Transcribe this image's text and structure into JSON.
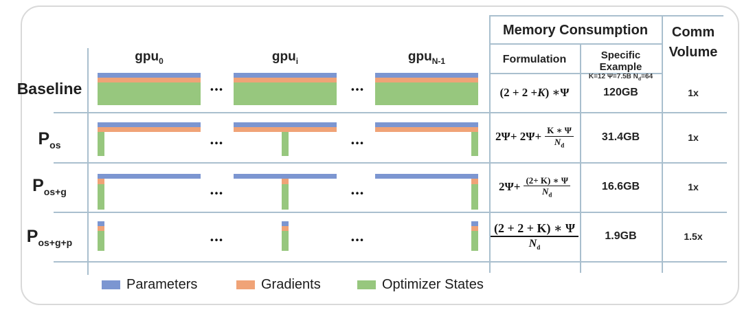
{
  "diagram": {
    "gpu_headers": [
      {
        "base": "gpu",
        "sub": "0"
      },
      {
        "base": "gpu",
        "sub": "i"
      },
      {
        "base": "gpu",
        "sub": "N-1"
      }
    ],
    "row_labels": [
      {
        "base": "Baseline",
        "sub": ""
      },
      {
        "base": "P",
        "sub": "os"
      },
      {
        "base": "P",
        "sub": "os+g"
      },
      {
        "base": "P",
        "sub": "os+g+p"
      }
    ],
    "dots": "•••"
  },
  "table": {
    "memory_header": "Memory Consumption",
    "comm_header": "Comm Volume",
    "formulation_header": "Formulation",
    "example_header": "Specific Example",
    "example_subtitle": {
      "t1": "K=12 Ψ=7.5B N",
      "sub": "d",
      "t2": "=64"
    },
    "rows": [
      {
        "formula": {
          "pre": "(2 + 2 + ",
          "k": "K",
          "mid": ") ∗ ",
          "psi": "Ψ"
        },
        "example": "120GB",
        "comm": "1x"
      },
      {
        "formula": {
          "a": "2",
          "psi1": "Ψ",
          "b": " + 2",
          "psi2": "Ψ",
          "c": " +",
          "num": "K ∗ ",
          "numpsi": "Ψ",
          "den": "N",
          "densub": "d"
        },
        "example": "31.4GB",
        "comm": "1x"
      },
      {
        "formula": {
          "a": "2",
          "psi1": "Ψ",
          "b": " +",
          "num": "(2+ K) ∗ ",
          "numpsi": "Ψ",
          "den": "N",
          "densub": "d"
        },
        "example": "16.6GB",
        "comm": "1x"
      },
      {
        "formula": {
          "num": "(2 + 2 + K) ∗ ",
          "numpsi": "Ψ",
          "den": "N",
          "densub": "d"
        },
        "example": "1.9GB",
        "comm": "1.5x"
      }
    ]
  },
  "legend": [
    {
      "label": "Parameters",
      "color": "#7C96D1"
    },
    {
      "label": "Gradients",
      "color": "#F0A377"
    },
    {
      "label": "Optimizer States",
      "color": "#97C77E"
    }
  ],
  "colors": {
    "parameters": "#7C96D1",
    "gradients": "#F0A377",
    "optimizer": "#97C77E",
    "grid": "#A9BFCE"
  }
}
